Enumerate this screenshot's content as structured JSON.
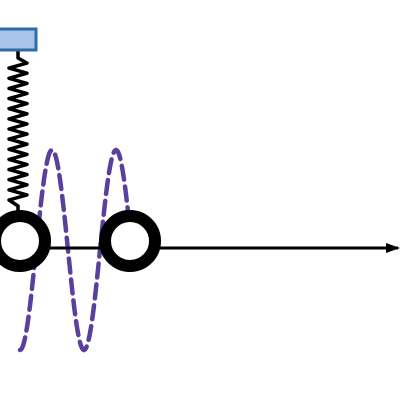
{
  "diagram": {
    "colors": {
      "background": "#ffffff",
      "support_fill": "#a9c4e8",
      "support_stroke": "#2f6aaa",
      "spring": "#000000",
      "mass": "#000000",
      "axis": "#000000",
      "wave": "#5b3f9c"
    },
    "elements": {
      "support": "fixed-support-block",
      "spring": "zigzag-spring",
      "masses": 2,
      "axis": "horizontal-arrow",
      "wave": "dashed-sinusoid"
    }
  }
}
